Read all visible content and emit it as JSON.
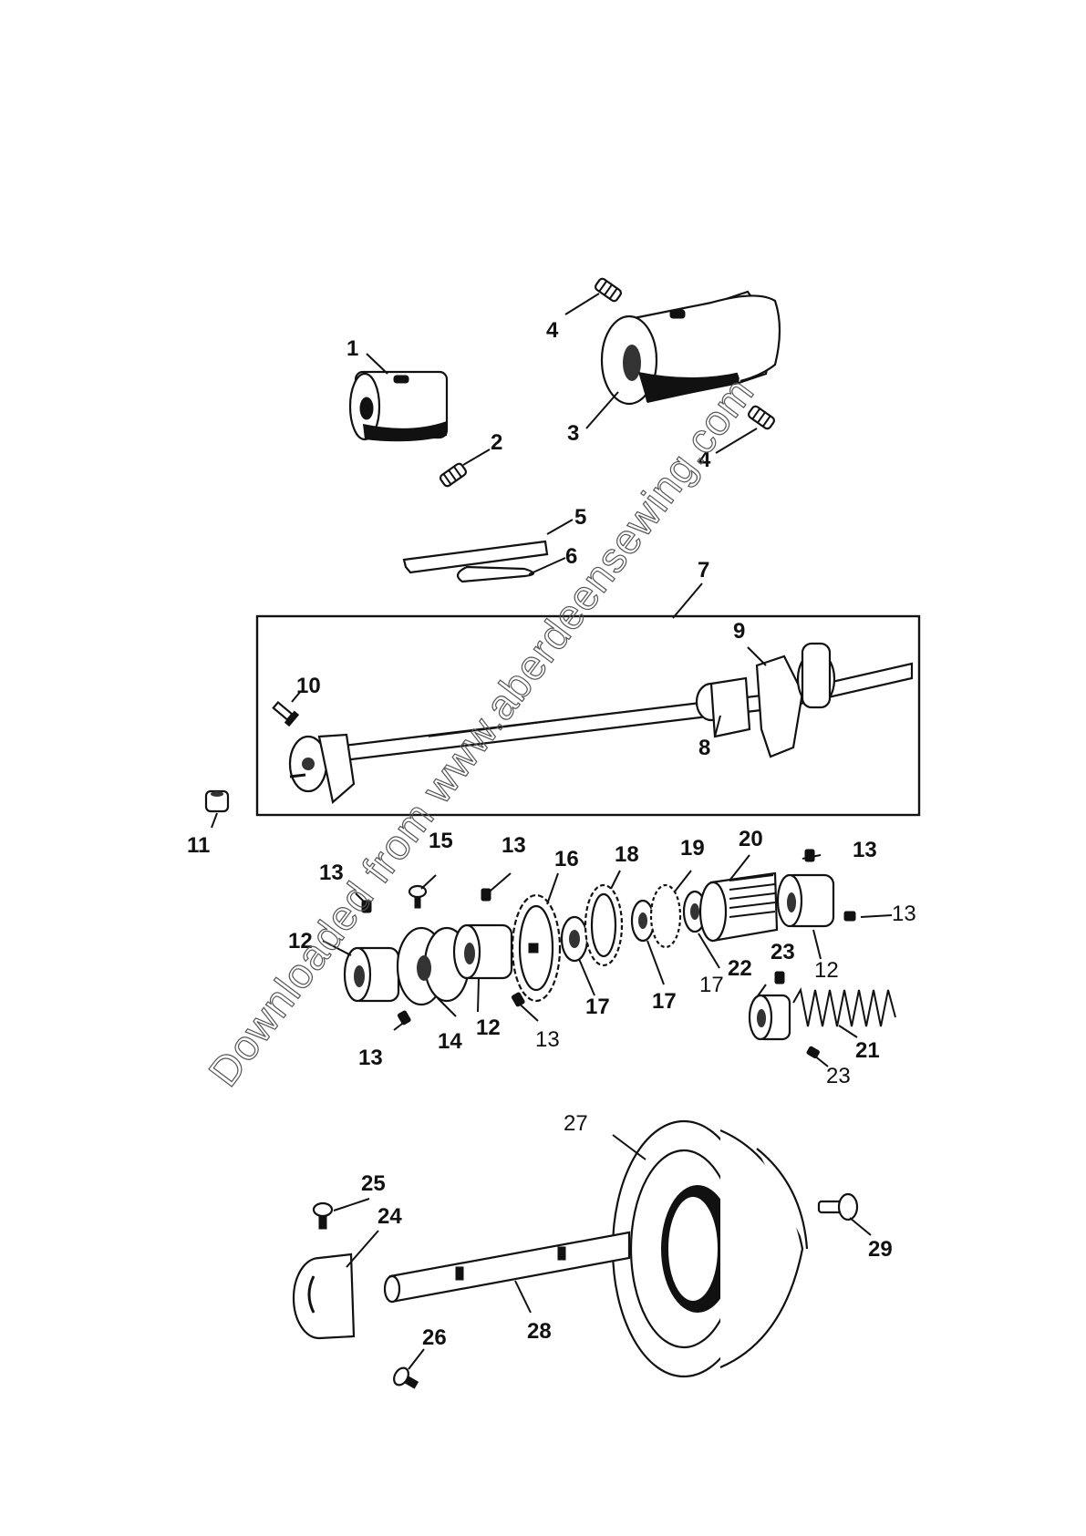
{
  "watermark": "Downloaded from www.aberdeensewing.com",
  "callouts": [
    {
      "id": "c1",
      "label": "1",
      "weight": "bold"
    },
    {
      "id": "c2",
      "label": "2",
      "weight": "bold"
    },
    {
      "id": "c3",
      "label": "3",
      "weight": "bold"
    },
    {
      "id": "c4a",
      "label": "4",
      "weight": "bold"
    },
    {
      "id": "c4b",
      "label": "4",
      "weight": "bold"
    },
    {
      "id": "c5",
      "label": "5",
      "weight": "bold"
    },
    {
      "id": "c6",
      "label": "6",
      "weight": "bold"
    },
    {
      "id": "c7",
      "label": "7",
      "weight": "bold"
    },
    {
      "id": "c8",
      "label": "8",
      "weight": "bold"
    },
    {
      "id": "c9",
      "label": "9",
      "weight": "bold"
    },
    {
      "id": "c10",
      "label": "10",
      "weight": "bold"
    },
    {
      "id": "c11",
      "label": "11",
      "weight": "bold"
    },
    {
      "id": "c12a",
      "label": "12",
      "weight": "bold"
    },
    {
      "id": "c12b",
      "label": "12",
      "weight": "bold"
    },
    {
      "id": "c12c",
      "label": "12",
      "weight": "regular"
    },
    {
      "id": "c13a",
      "label": "13",
      "weight": "bold"
    },
    {
      "id": "c13b",
      "label": "13",
      "weight": "bold"
    },
    {
      "id": "c13c",
      "label": "13",
      "weight": "bold"
    },
    {
      "id": "c13d",
      "label": "13",
      "weight": "regular"
    },
    {
      "id": "c13e",
      "label": "13",
      "weight": "bold"
    },
    {
      "id": "c13f",
      "label": "13",
      "weight": "regular"
    },
    {
      "id": "c14",
      "label": "14",
      "weight": "bold"
    },
    {
      "id": "c15",
      "label": "15",
      "weight": "bold"
    },
    {
      "id": "c16",
      "label": "16",
      "weight": "bold"
    },
    {
      "id": "c17a",
      "label": "17",
      "weight": "bold"
    },
    {
      "id": "c17b",
      "label": "17",
      "weight": "bold"
    },
    {
      "id": "c17c",
      "label": "17",
      "weight": "regular"
    },
    {
      "id": "c18",
      "label": "18",
      "weight": "bold"
    },
    {
      "id": "c19",
      "label": "19",
      "weight": "bold"
    },
    {
      "id": "c20",
      "label": "20",
      "weight": "bold"
    },
    {
      "id": "c21",
      "label": "21",
      "weight": "bold"
    },
    {
      "id": "c22",
      "label": "22",
      "weight": "bold"
    },
    {
      "id": "c23a",
      "label": "23",
      "weight": "bold"
    },
    {
      "id": "c23b",
      "label": "23",
      "weight": "regular"
    },
    {
      "id": "c24",
      "label": "24",
      "weight": "bold"
    },
    {
      "id": "c25",
      "label": "25",
      "weight": "bold"
    },
    {
      "id": "c26",
      "label": "26",
      "weight": "bold"
    },
    {
      "id": "c27",
      "label": "27",
      "weight": "regular"
    },
    {
      "id": "c28",
      "label": "28",
      "weight": "bold"
    },
    {
      "id": "c29",
      "label": "29",
      "weight": "bold"
    }
  ]
}
